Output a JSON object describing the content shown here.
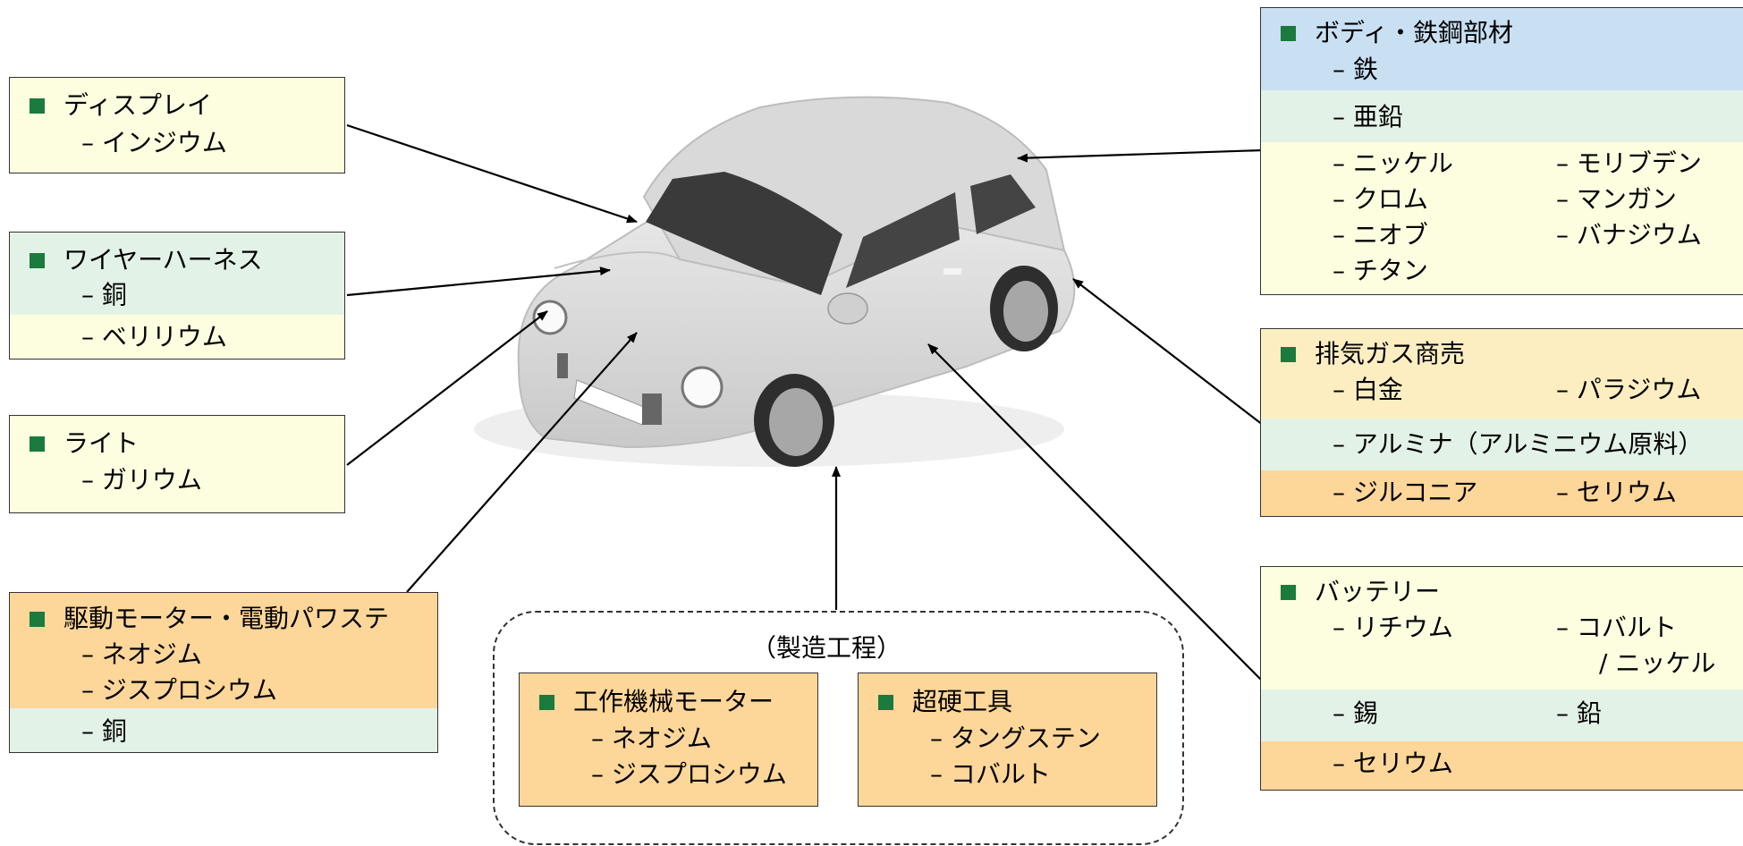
{
  "boxes": {
    "display": {
      "title": "ディスプレイ",
      "items": [
        "– インジウム"
      ]
    },
    "wire": {
      "title": "ワイヤーハーネス",
      "items": [
        "– 銅",
        "– ベリリウム"
      ]
    },
    "light": {
      "title": "ライト",
      "items": [
        "– ガリウム"
      ]
    },
    "motor": {
      "title": "駆動モーター・電動パワステ",
      "items": [
        "– ネオジム",
        "– ジスプロシウム",
        "– 銅"
      ]
    },
    "body": {
      "title": "ボディ・鉄鋼部材",
      "items": [
        "– 鉄",
        "– 亜鉛",
        "– ニッケル",
        "– モリブデン",
        "– クロム",
        "– マンガン",
        "– ニオブ",
        "– バナジウム",
        "– チタン"
      ]
    },
    "exhaust": {
      "title": "排気ガス商売",
      "items": [
        "– 白金",
        "– パラジウム",
        "– アルミナ（アルミニウム原料）",
        "– ジルコニア",
        "– セリウム"
      ]
    },
    "battery": {
      "title": "バッテリー",
      "items": [
        "– リチウム",
        "– コバルト",
        "/ ニッケル",
        "– 錫",
        "– 鉛",
        "– セリウム"
      ]
    },
    "machine": {
      "title": "工作機械モーター",
      "items": [
        "– ネオジム",
        "– ジスプロシウム"
      ]
    },
    "tools": {
      "title": "超硬工具",
      "items": [
        "– タングステン",
        "– コバルト"
      ]
    }
  },
  "process_label": "（製造工程）",
  "colors": {
    "yellow": "#fdfde0",
    "mint": "#e3f2e6",
    "orange": "#fdd699",
    "blue": "#c9e0f3",
    "bullet": "#1b7a3d"
  }
}
